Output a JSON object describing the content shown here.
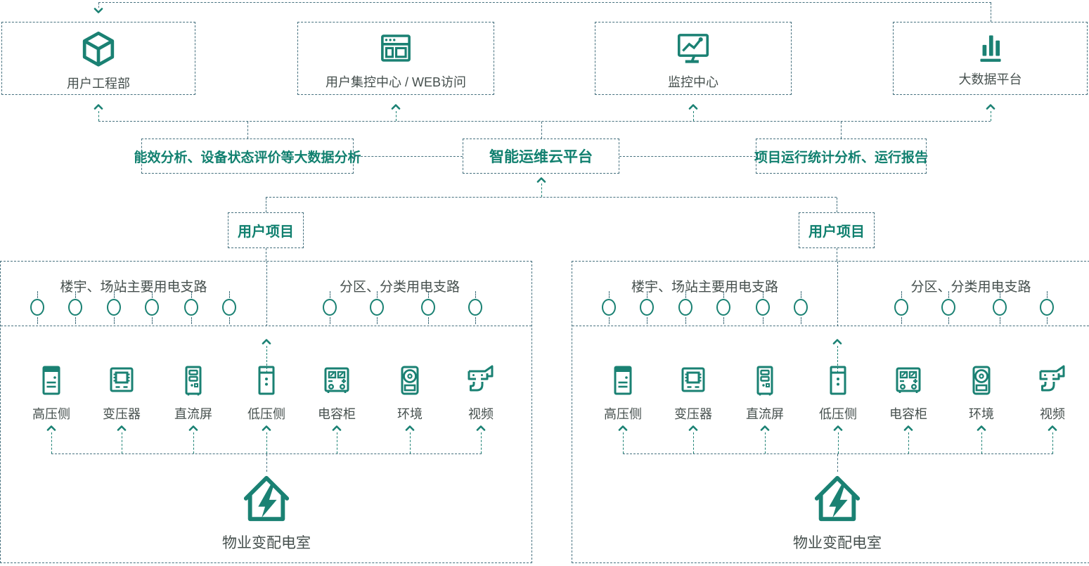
{
  "colors": {
    "accent_teal": "#1A8173",
    "bold_text_teal": "#11806F",
    "line_slate": "#45707E",
    "label_text": "#454F4D",
    "background": "#FFFFFF"
  },
  "top_nodes": [
    {
      "label": "用户工程部",
      "icon": "cube-icon"
    },
    {
      "label": "用户集控中心 / WEB访问",
      "icon": "browser-icon"
    },
    {
      "label": "监控中心",
      "icon": "monitor-chart-icon"
    },
    {
      "label": "大数据平台",
      "icon": "bar-chart-icon"
    }
  ],
  "platform_nodes": [
    {
      "label": "能效分析、设备状态评价等大数据分析"
    },
    {
      "label": "智能运维云平台"
    },
    {
      "label": "项目运行统计分析、运行报告"
    }
  ],
  "project_nodes": [
    {
      "label": "用户项目"
    },
    {
      "label": "用户项目"
    }
  ],
  "regions": [
    {
      "branch_sections": [
        {
          "label": "楼宇、场站主要用电支路",
          "circle_count": 6
        },
        {
          "label": "分区、分类用电支路",
          "circle_count": 4
        }
      ],
      "equipment": [
        {
          "label": "高压侧",
          "icon": "hv-side-cabinet-icon"
        },
        {
          "label": "变压器",
          "icon": "transformer-icon"
        },
        {
          "label": "直流屏",
          "icon": "dc-screen-icon"
        },
        {
          "label": "低压侧",
          "icon": "lv-side-cabinet-icon"
        },
        {
          "label": "电容柜",
          "icon": "capacitor-cabinet-icon"
        },
        {
          "label": "环境",
          "icon": "environment-sensor-icon"
        },
        {
          "label": "视频",
          "icon": "video-camera-icon"
        }
      ],
      "station_label": "物业变配电室",
      "station_icon": "house-power-icon"
    },
    {
      "branch_sections": [
        {
          "label": "楼宇、场站主要用电支路",
          "circle_count": 6
        },
        {
          "label": "分区、分类用电支路",
          "circle_count": 4
        }
      ],
      "equipment": [
        {
          "label": "高压侧",
          "icon": "hv-side-cabinet-icon"
        },
        {
          "label": "变压器",
          "icon": "transformer-icon"
        },
        {
          "label": "直流屏",
          "icon": "dc-screen-icon"
        },
        {
          "label": "低压侧",
          "icon": "lv-side-cabinet-icon"
        },
        {
          "label": "电容柜",
          "icon": "capacitor-cabinet-icon"
        },
        {
          "label": "环境",
          "icon": "environment-sensor-icon"
        },
        {
          "label": "视频",
          "icon": "video-camera-icon"
        }
      ],
      "station_label": "物业变配电室",
      "station_icon": "house-power-icon"
    }
  ]
}
